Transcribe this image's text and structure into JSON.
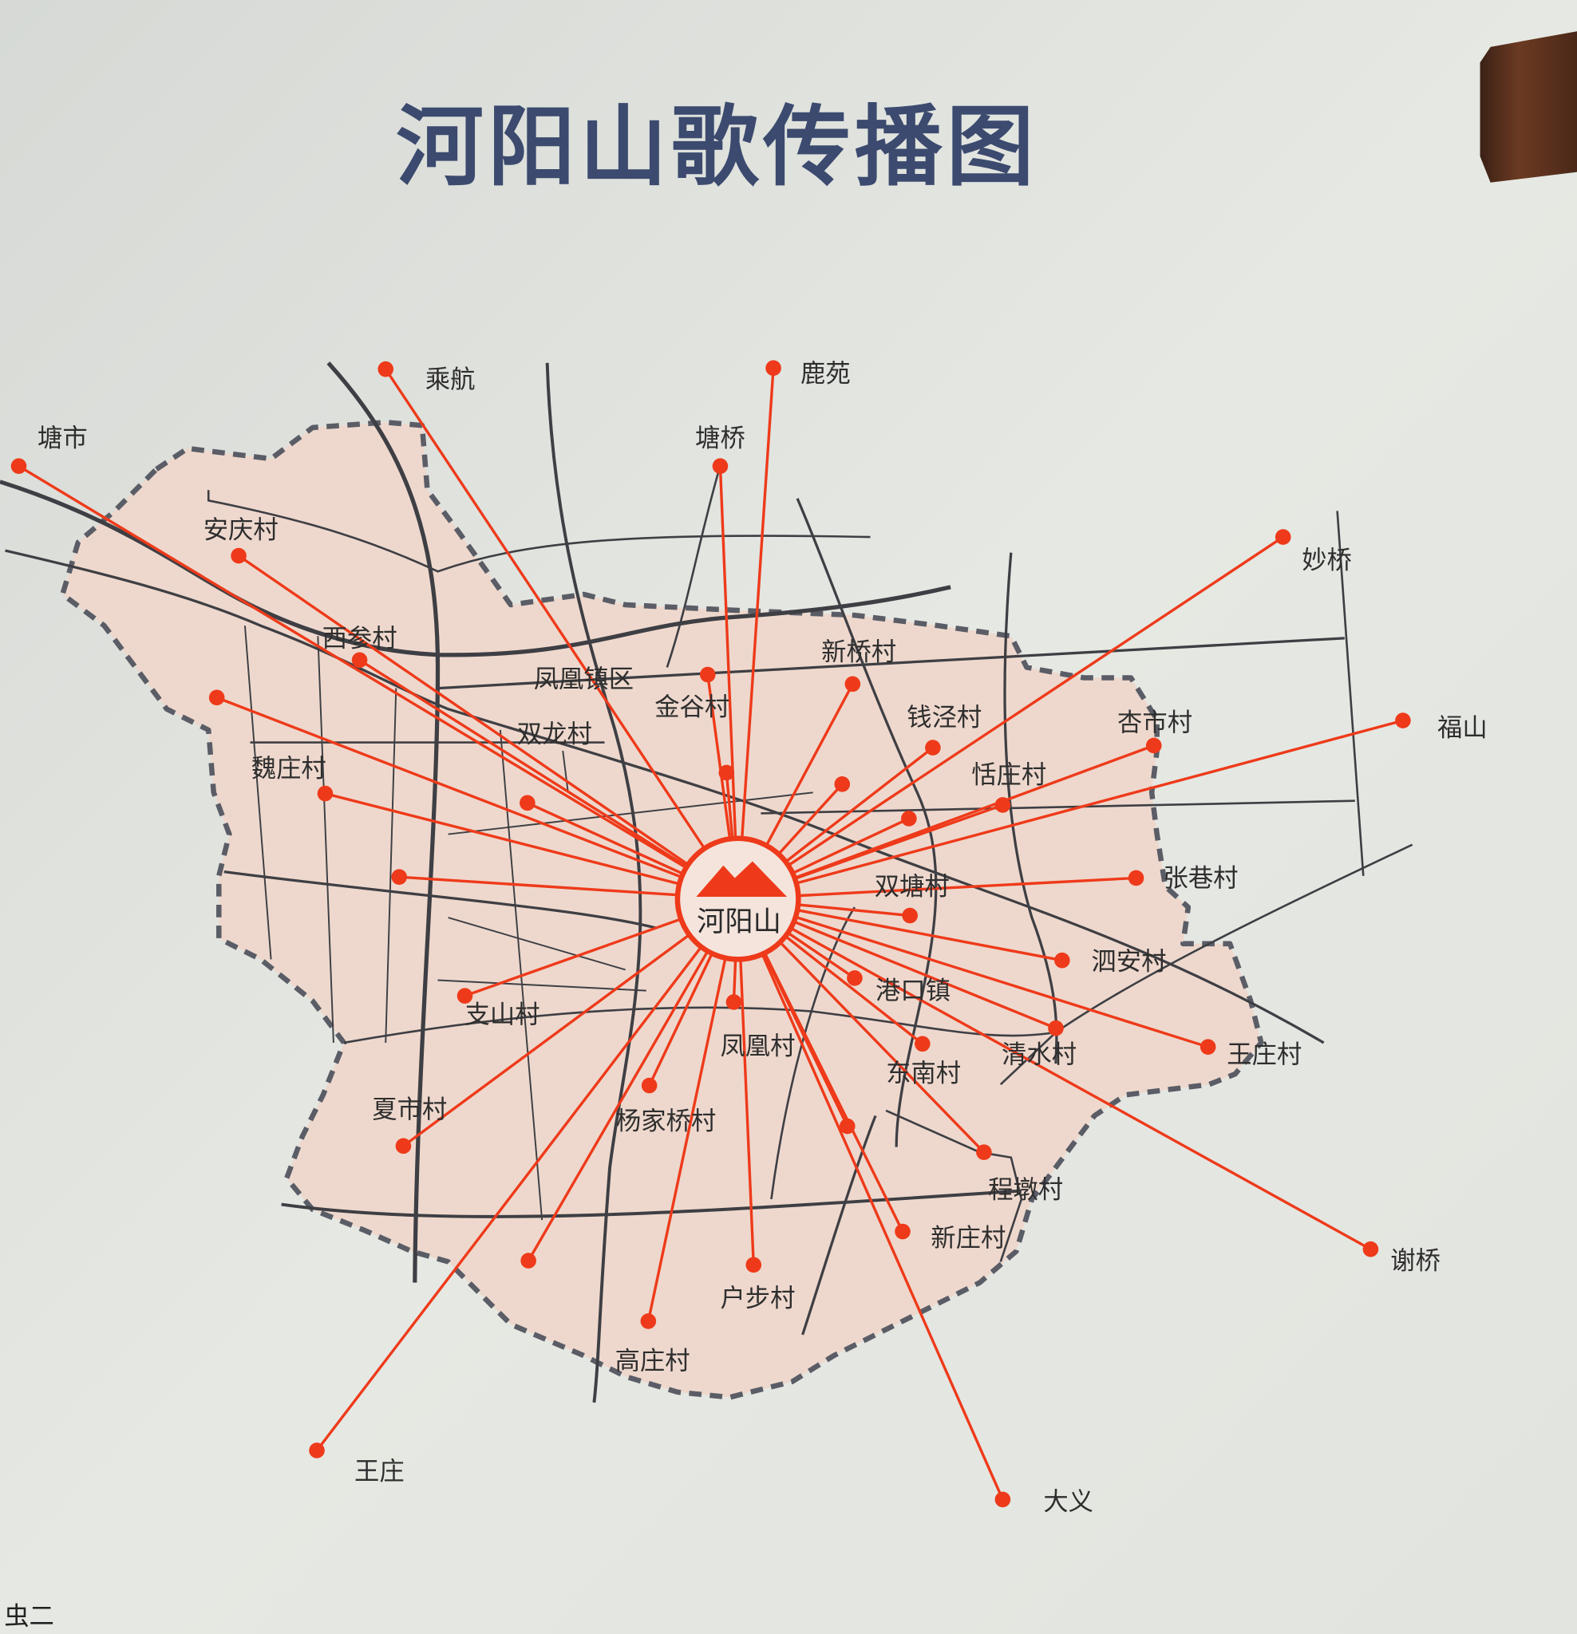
{
  "title": "河阳山歌传播图",
  "hub": {
    "label": "河阳山",
    "icon": "mountain-icon"
  },
  "outer_places": [
    "塘市",
    "乘航",
    "鹿苑",
    "塘桥",
    "妙桥",
    "福山",
    "谢桥",
    "大义",
    "王庄"
  ],
  "inner_places": [
    "安庆村",
    "西参村",
    "魏庄村",
    "双龙村",
    "凤凰镇区",
    "金谷村",
    "新桥村",
    "钱泾村",
    "杏市村",
    "恬庄村",
    "张巷村",
    "双塘村",
    "泗安村",
    "港口镇",
    "王庄村",
    "清水村",
    "东南村",
    "凤凰村",
    "支山村",
    "夏市村",
    "杨家桥村",
    "程墩村",
    "新庄村",
    "户步村",
    "高庄村"
  ],
  "watermark": "虫二",
  "colors": {
    "route": "#ee3a1a",
    "region": "#eed8cd",
    "boundary": "#5a5d66",
    "road": "#3e3f44",
    "title": "#3b4a6e"
  }
}
